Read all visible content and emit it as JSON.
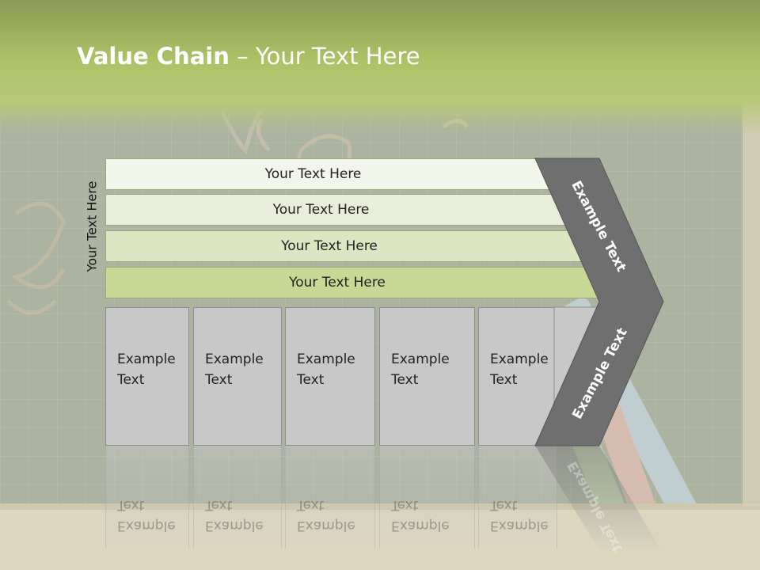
{
  "title": {
    "bold": "Value Chain",
    "rest": " – Your Text Here"
  },
  "side_label": "Your Text Here",
  "bars": [
    {
      "label": "Your Text Here",
      "color": "#f2f5ea"
    },
    {
      "label": "Your Text Here",
      "color": "#e8eed9"
    },
    {
      "label": "Your Text Here",
      "color": "#dde6c2"
    },
    {
      "label": "Your Text Here",
      "color": "#c8d996"
    }
  ],
  "boxes": [
    {
      "label": "Example Text"
    },
    {
      "label": "Example Text"
    },
    {
      "label": "Example Text"
    },
    {
      "label": "Example Text"
    },
    {
      "label": "Example Text"
    }
  ],
  "chevron": {
    "upper": "Example Text",
    "lower": "Example Text"
  }
}
